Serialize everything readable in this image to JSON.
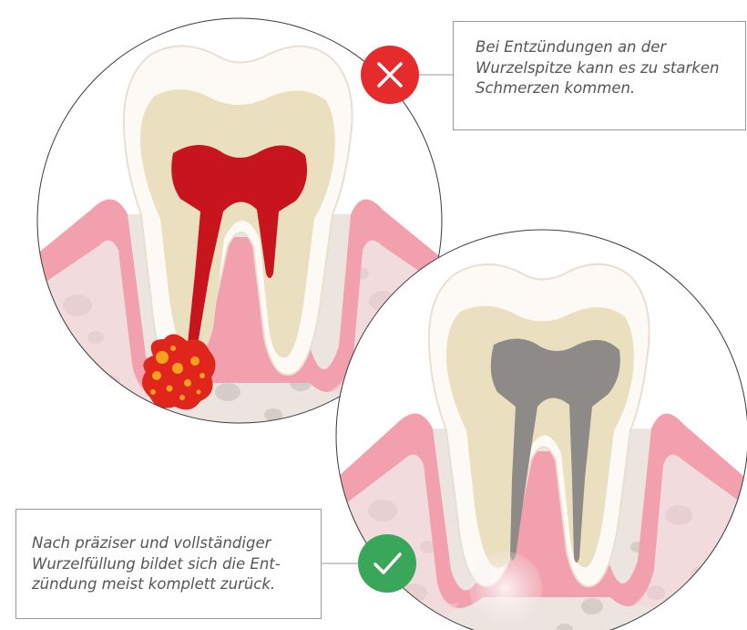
{
  "captions": {
    "negative": {
      "lines": [
        "Bei Entzündungen an der",
        "Wurzelspitze kann es zu starken",
        "Schmerzen kommen."
      ]
    },
    "positive": {
      "lines": [
        "Nach präziser und vollständiger",
        "Wurzelfüllung bildet sich die Ent-",
        "zündung meist komplett zurück."
      ]
    }
  },
  "badges": {
    "negative": {
      "icon": "cross-icon",
      "color": "#e52b2b"
    },
    "positive": {
      "icon": "check-icon",
      "color": "#3aa65a"
    }
  },
  "colors": {
    "gum": "#f2a0ad",
    "gum_light": "#f8d3d9",
    "bone": "#ece4df",
    "bone_spots": "#d6cdc9",
    "enamel": "#fdfaf6",
    "dentin": "#eadfbf",
    "pulp_inflamed": "#c8141c",
    "pulp_filled": "#8e8a87",
    "abscess": "#e0261c",
    "abscess_spots": "#f6a21e"
  }
}
